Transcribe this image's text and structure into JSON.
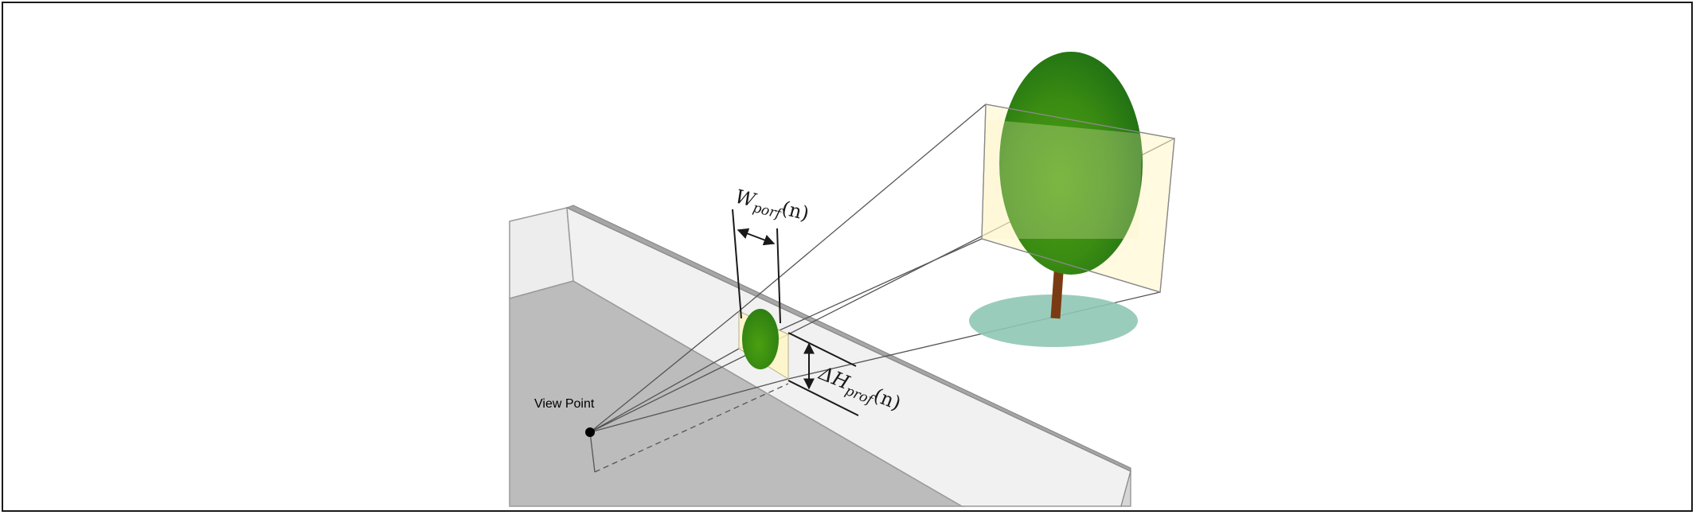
{
  "labels": {
    "view_point": "View Point",
    "width_symbol": "W",
    "width_subscript": "porf",
    "width_argument": "(n)",
    "height_symbol": "ΔH",
    "height_subscript": "prof",
    "height_argument": "(n)"
  },
  "colors": {
    "wall_light": "#f2f2f2",
    "floor_gray": "#bfbfbf",
    "wall_top": "#a6a6a6",
    "projection_plane": "#fff6c6",
    "tree_crown_dark": "#1e6e14",
    "tree_crown_light": "#4aa010",
    "tree_trunk": "#7a3b12",
    "tree_shadow": "#8fc7b5",
    "line": "#1a1a1a"
  }
}
